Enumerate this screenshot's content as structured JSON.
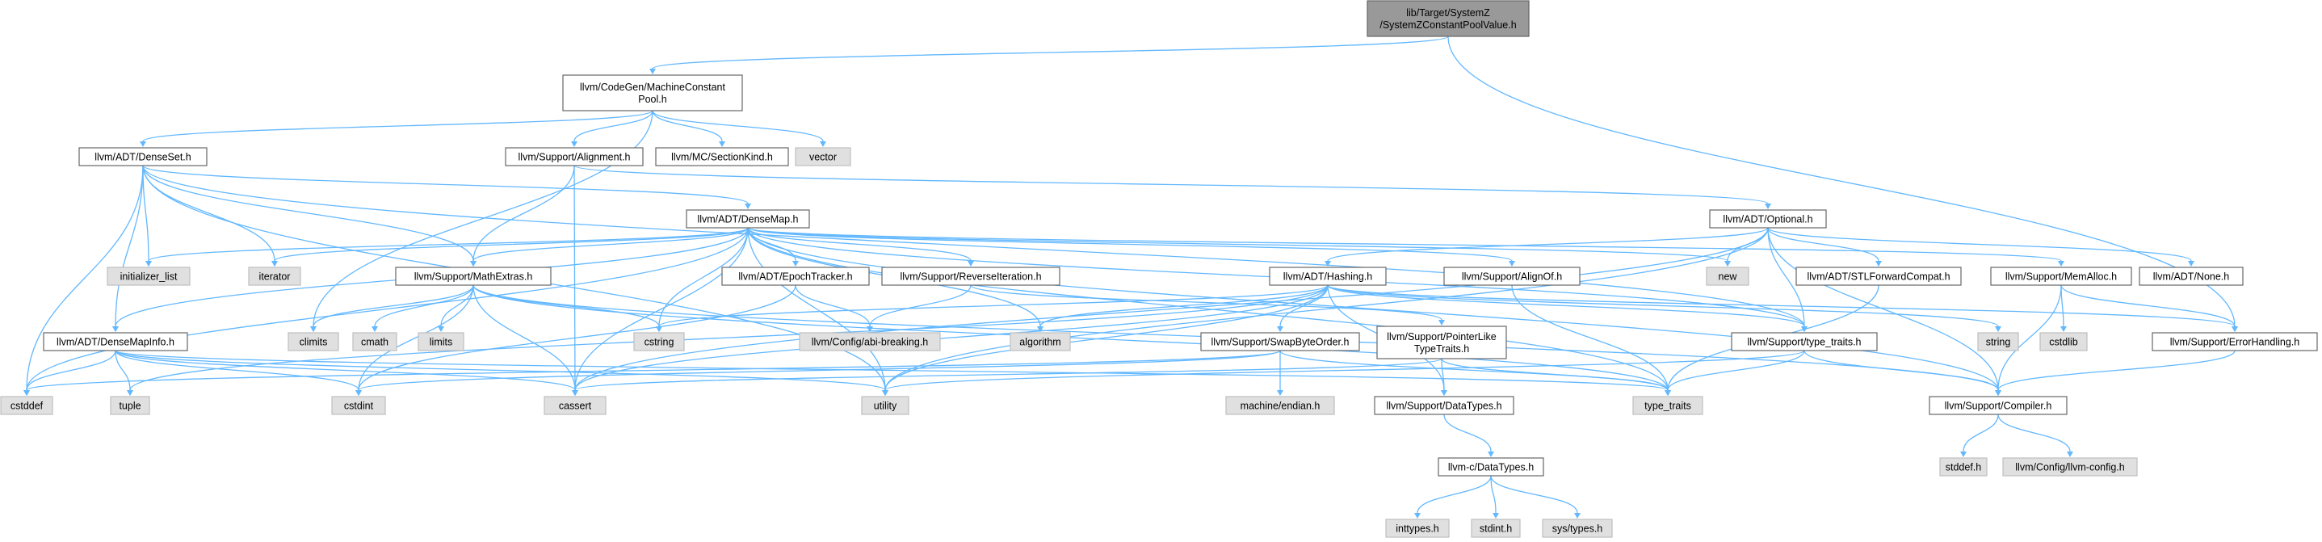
{
  "colors": {
    "root_fill": "#999999",
    "external_fill": "#e0e0e0",
    "node_fill": "#ffffff",
    "border": "#666666",
    "edge": "#63b8ff"
  },
  "nodes": [
    {
      "id": "root",
      "kind": "root",
      "lines": [
        "lib/Target/SystemZ",
        "/SystemZConstantPoolValue.h"
      ]
    },
    {
      "id": "mcp",
      "kind": "header",
      "lines": [
        "llvm/CodeGen/MachineConstant",
        "Pool.h"
      ]
    },
    {
      "id": "denseset",
      "kind": "header",
      "lines": [
        "llvm/ADT/DenseSet.h"
      ]
    },
    {
      "id": "alignment",
      "kind": "header",
      "lines": [
        "llvm/Support/Alignment.h"
      ]
    },
    {
      "id": "sectionkind",
      "kind": "header",
      "lines": [
        "llvm/MC/SectionKind.h"
      ]
    },
    {
      "id": "vector",
      "kind": "system",
      "lines": [
        "vector"
      ]
    },
    {
      "id": "densemap",
      "kind": "header",
      "lines": [
        "llvm/ADT/DenseMap.h"
      ]
    },
    {
      "id": "optional",
      "kind": "header",
      "lines": [
        "llvm/ADT/Optional.h"
      ]
    },
    {
      "id": "initlist",
      "kind": "system",
      "lines": [
        "initializer_list"
      ]
    },
    {
      "id": "iterator",
      "kind": "system",
      "lines": [
        "iterator"
      ]
    },
    {
      "id": "mathextras",
      "kind": "header",
      "lines": [
        "llvm/Support/MathExtras.h"
      ]
    },
    {
      "id": "epoch",
      "kind": "header",
      "lines": [
        "llvm/ADT/EpochTracker.h"
      ]
    },
    {
      "id": "reverseiter",
      "kind": "header",
      "lines": [
        "llvm/Support/ReverseIteration.h"
      ]
    },
    {
      "id": "hashing",
      "kind": "header",
      "lines": [
        "llvm/ADT/Hashing.h"
      ]
    },
    {
      "id": "alignof",
      "kind": "header",
      "lines": [
        "llvm/Support/AlignOf.h"
      ]
    },
    {
      "id": "new",
      "kind": "system",
      "lines": [
        "new"
      ]
    },
    {
      "id": "stlfc",
      "kind": "header",
      "lines": [
        "llvm/ADT/STLForwardCompat.h"
      ]
    },
    {
      "id": "memalloc",
      "kind": "header",
      "lines": [
        "llvm/Support/MemAlloc.h"
      ]
    },
    {
      "id": "none",
      "kind": "header",
      "lines": [
        "llvm/ADT/None.h"
      ]
    },
    {
      "id": "densemapinfo",
      "kind": "header",
      "lines": [
        "llvm/ADT/DenseMapInfo.h"
      ]
    },
    {
      "id": "climits",
      "kind": "system",
      "lines": [
        "climits"
      ]
    },
    {
      "id": "cmath",
      "kind": "system",
      "lines": [
        "cmath"
      ]
    },
    {
      "id": "limits",
      "kind": "system",
      "lines": [
        "limits"
      ]
    },
    {
      "id": "cstring",
      "kind": "system",
      "lines": [
        "cstring"
      ]
    },
    {
      "id": "abibreaking",
      "kind": "system",
      "lines": [
        "llvm/Config/abi-breaking.h"
      ]
    },
    {
      "id": "algorithm",
      "kind": "system",
      "lines": [
        "algorithm"
      ]
    },
    {
      "id": "swapbyte",
      "kind": "header",
      "lines": [
        "llvm/Support/SwapByteOrder.h"
      ]
    },
    {
      "id": "pointerlike",
      "kind": "header",
      "lines": [
        "llvm/Support/PointerLike",
        "TypeTraits.h"
      ]
    },
    {
      "id": "typetraitsh",
      "kind": "header",
      "lines": [
        "llvm/Support/type_traits.h"
      ]
    },
    {
      "id": "string",
      "kind": "system",
      "lines": [
        "string"
      ]
    },
    {
      "id": "cstdlib",
      "kind": "system",
      "lines": [
        "cstdlib"
      ]
    },
    {
      "id": "errorhandling",
      "kind": "header",
      "lines": [
        "llvm/Support/ErrorHandling.h"
      ]
    },
    {
      "id": "cstddef",
      "kind": "system",
      "lines": [
        "cstddef"
      ]
    },
    {
      "id": "tuple",
      "kind": "system",
      "lines": [
        "tuple"
      ]
    },
    {
      "id": "cstdint",
      "kind": "system",
      "lines": [
        "cstdint"
      ]
    },
    {
      "id": "cassert",
      "kind": "system",
      "lines": [
        "cassert"
      ]
    },
    {
      "id": "utility",
      "kind": "system",
      "lines": [
        "utility"
      ]
    },
    {
      "id": "machendian",
      "kind": "system",
      "lines": [
        "machine/endian.h"
      ]
    },
    {
      "id": "datatypes",
      "kind": "header",
      "lines": [
        "llvm/Support/DataTypes.h"
      ]
    },
    {
      "id": "type_traits",
      "kind": "system",
      "lines": [
        "type_traits"
      ]
    },
    {
      "id": "compiler",
      "kind": "header",
      "lines": [
        "llvm/Support/Compiler.h"
      ]
    },
    {
      "id": "cdatatypes",
      "kind": "header",
      "lines": [
        "llvm-c/DataTypes.h"
      ]
    },
    {
      "id": "stddef",
      "kind": "system",
      "lines": [
        "stddef.h"
      ]
    },
    {
      "id": "llvmconfig",
      "kind": "system",
      "lines": [
        "llvm/Config/llvm-config.h"
      ]
    },
    {
      "id": "inttypes",
      "kind": "system",
      "lines": [
        "inttypes.h"
      ]
    },
    {
      "id": "stdint",
      "kind": "system",
      "lines": [
        "stdint.h"
      ]
    },
    {
      "id": "systypes",
      "kind": "system",
      "lines": [
        "sys/types.h"
      ]
    }
  ],
  "edges": [
    [
      "root",
      "mcp"
    ],
    [
      "root",
      "errorhandling"
    ],
    [
      "mcp",
      "denseset"
    ],
    [
      "mcp",
      "alignment"
    ],
    [
      "mcp",
      "sectionkind"
    ],
    [
      "mcp",
      "vector"
    ],
    [
      "mcp",
      "climits"
    ],
    [
      "denseset",
      "densemap"
    ],
    [
      "denseset",
      "densemapinfo"
    ],
    [
      "denseset",
      "mathextras"
    ],
    [
      "denseset",
      "typetraitsh"
    ],
    [
      "denseset",
      "initlist"
    ],
    [
      "denseset",
      "iterator"
    ],
    [
      "denseset",
      "cstddef"
    ],
    [
      "denseset",
      "utility"
    ],
    [
      "alignment",
      "mathextras"
    ],
    [
      "alignment",
      "cassert"
    ],
    [
      "alignment",
      "optional"
    ],
    [
      "densemap",
      "densemapinfo"
    ],
    [
      "densemap",
      "epoch"
    ],
    [
      "densemap",
      "alignof"
    ],
    [
      "densemap",
      "compiler"
    ],
    [
      "densemap",
      "mathextras"
    ],
    [
      "densemap",
      "memalloc"
    ],
    [
      "densemap",
      "reverseiter"
    ],
    [
      "densemap",
      "typetraitsh"
    ],
    [
      "densemap",
      "algorithm"
    ],
    [
      "densemap",
      "cassert"
    ],
    [
      "densemap",
      "cstddef"
    ],
    [
      "densemap",
      "cstring"
    ],
    [
      "densemap",
      "initlist"
    ],
    [
      "densemap",
      "iterator"
    ],
    [
      "densemap",
      "new"
    ],
    [
      "densemap",
      "type_traits"
    ],
    [
      "densemap",
      "utility"
    ],
    [
      "optional",
      "hashing"
    ],
    [
      "optional",
      "none"
    ],
    [
      "optional",
      "stlfc"
    ],
    [
      "optional",
      "compiler"
    ],
    [
      "optional",
      "typetraitsh"
    ],
    [
      "optional",
      "cassert"
    ],
    [
      "optional",
      "new"
    ],
    [
      "optional",
      "utility"
    ],
    [
      "mathextras",
      "compiler"
    ],
    [
      "mathextras",
      "cassert"
    ],
    [
      "mathextras",
      "climits"
    ],
    [
      "mathextras",
      "cmath"
    ],
    [
      "mathextras",
      "cstdint"
    ],
    [
      "mathextras",
      "cstring"
    ],
    [
      "mathextras",
      "limits"
    ],
    [
      "mathextras",
      "type_traits"
    ],
    [
      "epoch",
      "abibreaking"
    ],
    [
      "epoch",
      "cstdint"
    ],
    [
      "reverseiter",
      "abibreaking"
    ],
    [
      "reverseiter",
      "pointerlike"
    ],
    [
      "hashing",
      "errorhandling"
    ],
    [
      "hashing",
      "swapbyte"
    ],
    [
      "hashing",
      "typetraitsh"
    ],
    [
      "hashing",
      "algorithm"
    ],
    [
      "hashing",
      "cassert"
    ],
    [
      "hashing",
      "cstring"
    ],
    [
      "hashing",
      "string"
    ],
    [
      "hashing",
      "tuple"
    ],
    [
      "hashing",
      "utility"
    ],
    [
      "hashing",
      "datatypes"
    ],
    [
      "alignof",
      "type_traits"
    ],
    [
      "stlfc",
      "type_traits"
    ],
    [
      "memalloc",
      "compiler"
    ],
    [
      "memalloc",
      "errorhandling"
    ],
    [
      "memalloc",
      "cstdlib"
    ],
    [
      "densemapinfo",
      "cassert"
    ],
    [
      "densemapinfo",
      "cstddef"
    ],
    [
      "densemapinfo",
      "cstdint"
    ],
    [
      "densemapinfo",
      "tuple"
    ],
    [
      "densemapinfo",
      "type_traits"
    ],
    [
      "densemapinfo",
      "utility"
    ],
    [
      "swapbyte",
      "cstddef"
    ],
    [
      "swapbyte",
      "cstdint"
    ],
    [
      "swapbyte",
      "type_traits"
    ],
    [
      "swapbyte",
      "machendian"
    ],
    [
      "pointerlike",
      "datatypes"
    ],
    [
      "pointerlike",
      "cassert"
    ],
    [
      "pointerlike",
      "type_traits"
    ],
    [
      "typetraitsh",
      "compiler"
    ],
    [
      "typetraitsh",
      "type_traits"
    ],
    [
      "typetraitsh",
      "utility"
    ],
    [
      "errorhandling",
      "compiler"
    ],
    [
      "datatypes",
      "cdatatypes"
    ],
    [
      "cdatatypes",
      "inttypes"
    ],
    [
      "cdatatypes",
      "stdint"
    ],
    [
      "cdatatypes",
      "systypes"
    ],
    [
      "compiler",
      "stddef"
    ],
    [
      "compiler",
      "llvmconfig"
    ]
  ]
}
